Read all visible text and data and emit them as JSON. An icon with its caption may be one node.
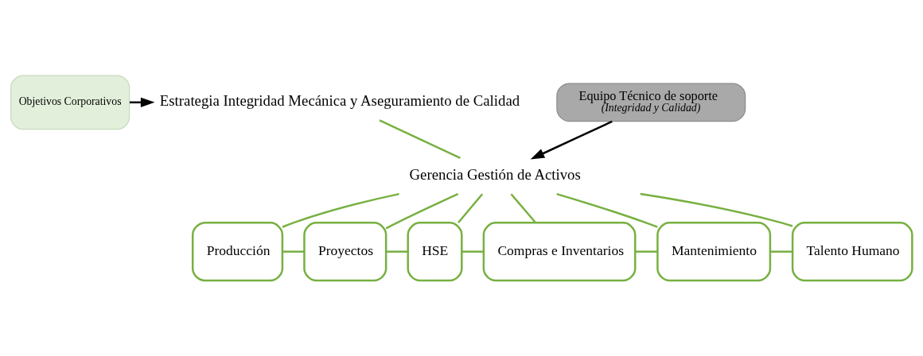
{
  "diagram": {
    "nodes": [
      {
        "text": [
          "Objetivos Corporativos"
        ]
      },
      {
        "text": [
          "Estrategia Integridad Mecánica y Aseguramiento de Calidad"
        ]
      },
      {
        "text": [
          "Gerencia Gestión de Activos"
        ]
      },
      {
        "text": [
          "Equipo Técnico de soporte",
          "(Integridad y Calidad)"
        ]
      },
      {
        "text": [
          "Producción"
        ]
      },
      {
        "text": [
          "Proyectos"
        ]
      },
      {
        "text": [
          "HSE"
        ]
      },
      {
        "text": [
          "Compras e Inventarios"
        ]
      },
      {
        "text": [
          "Mantenimiento"
        ]
      },
      {
        "text": [
          "Talento Humano"
        ]
      }
    ],
    "edges": [
      {
        "from": 0,
        "to": 1,
        "arrow": "to",
        "color": "#000000"
      },
      {
        "from": 1,
        "to": 2,
        "arrow": "none"
      },
      {
        "from": 3,
        "to": 2,
        "arrow": "to",
        "color": "#000000"
      },
      {
        "from": 2,
        "to": 4,
        "arrow": "none"
      },
      {
        "from": 2,
        "to": 5,
        "arrow": "none"
      },
      {
        "from": 2,
        "to": 6,
        "arrow": "none"
      },
      {
        "from": 2,
        "to": 7,
        "arrow": "none"
      },
      {
        "from": 2,
        "to": 8,
        "arrow": "none"
      },
      {
        "from": 2,
        "to": 9,
        "arrow": "none"
      },
      {
        "from": 4,
        "to": 5,
        "arrow": "none"
      },
      {
        "from": 5,
        "to": 6,
        "arrow": "none"
      },
      {
        "from": 6,
        "to": 7,
        "arrow": "none"
      },
      {
        "from": 7,
        "to": 8,
        "arrow": "none"
      },
      {
        "from": 8,
        "to": 9,
        "arrow": "none"
      }
    ]
  }
}
